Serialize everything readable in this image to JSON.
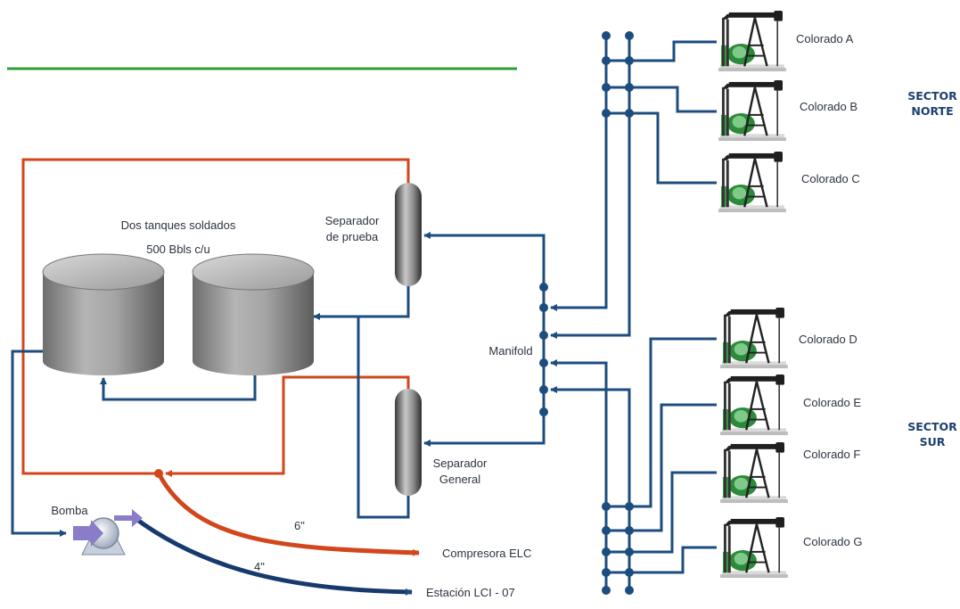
{
  "colors": {
    "accent_green": "#2e9e3a",
    "gas_line": "#d2461c",
    "oil_line": "#1c4d7e",
    "export_oil": "#173a6e",
    "sector_text": "#1d3f6e"
  },
  "labels": {
    "tanks_title": "Dos tanques soldados",
    "tanks_capacity": "500 Bbls c/u",
    "test_separator": [
      "Separador",
      "de prueba"
    ],
    "general_separator": [
      "Separador",
      "General"
    ],
    "manifold": "Manifold",
    "pump": "Bomba",
    "gas_line_size": "6\"",
    "oil_line_size": "4\"",
    "gas_destination": "Compresora ELC",
    "oil_destination": "Estación  LCI - 07"
  },
  "sectors": {
    "north": [
      "SECTOR",
      "NORTE"
    ],
    "south": [
      "SECTOR",
      "SUR"
    ]
  },
  "wells": [
    {
      "name": "Colorado A",
      "sector": "north"
    },
    {
      "name": "Colorado B",
      "sector": "north"
    },
    {
      "name": "Colorado C",
      "sector": "north"
    },
    {
      "name": "Colorado D",
      "sector": "south"
    },
    {
      "name": "Colorado E",
      "sector": "south"
    },
    {
      "name": "Colorado F",
      "sector": "south"
    },
    {
      "name": "Colorado G",
      "sector": "south"
    }
  ],
  "icons": {
    "well": "pumpjack-icon",
    "tank": "tank-icon",
    "separator": "separator-vessel-icon",
    "pump": "pump-icon"
  }
}
